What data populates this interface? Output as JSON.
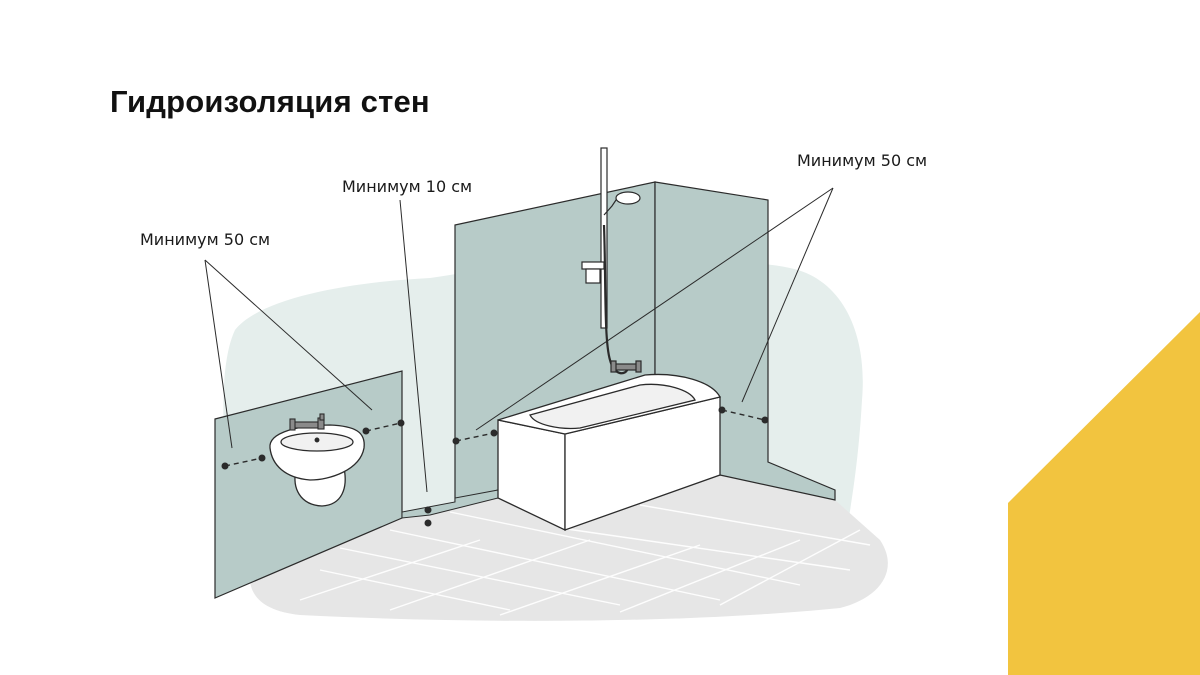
{
  "title": "Гидроизоляция стен",
  "labels": {
    "left_min": "Минимум 50 см",
    "middle_min": "Минимум 10 см",
    "right_min": "Минимум 50 см"
  },
  "colors": {
    "wall": "#b7cbc8",
    "background_blob": "#e5eeec",
    "floor": "#e6e6e6",
    "accent_corner": "#f2c43f",
    "line": "#2b2b2b"
  },
  "icons": [
    "washbasin-icon",
    "faucet-icon",
    "bathtub-icon",
    "shower-icon"
  ]
}
